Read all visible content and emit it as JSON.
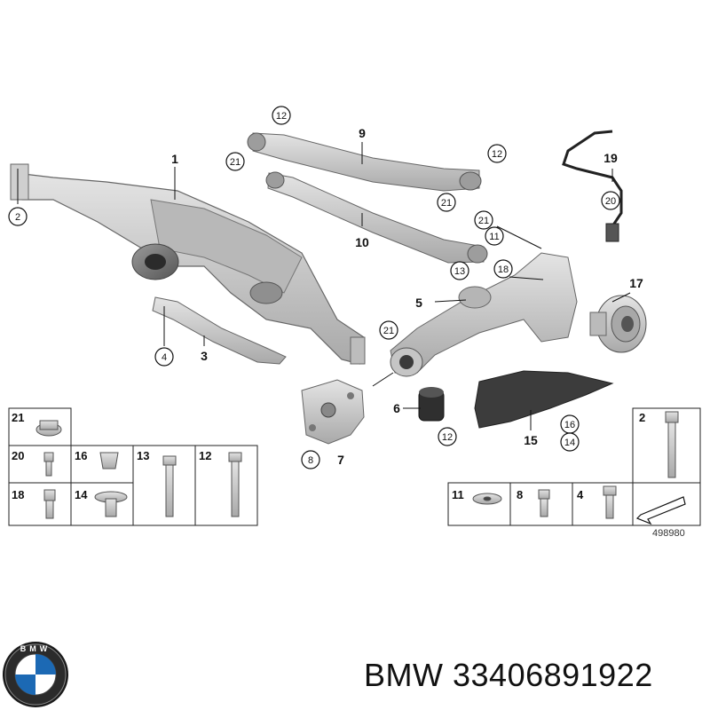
{
  "parts": {
    "p1": "1",
    "p2": "2",
    "p3": "3",
    "p4": "4",
    "p5": "5",
    "p6": "6",
    "p7": "7",
    "p8": "8",
    "p9": "9",
    "p10": "10",
    "p11": "11",
    "p12": "12",
    "p13": "13",
    "p14": "14",
    "p15": "15",
    "p16": "16",
    "p17": "17",
    "p18": "18",
    "p19": "19",
    "p20": "20",
    "p21": "21"
  },
  "fastener_table": {
    "left_rows": [
      "21",
      "20",
      "16",
      "13",
      "12",
      "18",
      "14"
    ],
    "right_rows": [
      "11",
      "8",
      "4",
      "2"
    ]
  },
  "reference_number": "498980",
  "footer": {
    "brand": "BMW",
    "part_number": "33406891922"
  },
  "colors": {
    "part_gray": "#c9c9c9",
    "part_dark": "#8a8a8a",
    "bushing": "#3a3a3a",
    "line": "#111111"
  },
  "icons": {
    "logo": "bmw-roundel-logo",
    "arrow": "assembly-arrow-icon"
  }
}
